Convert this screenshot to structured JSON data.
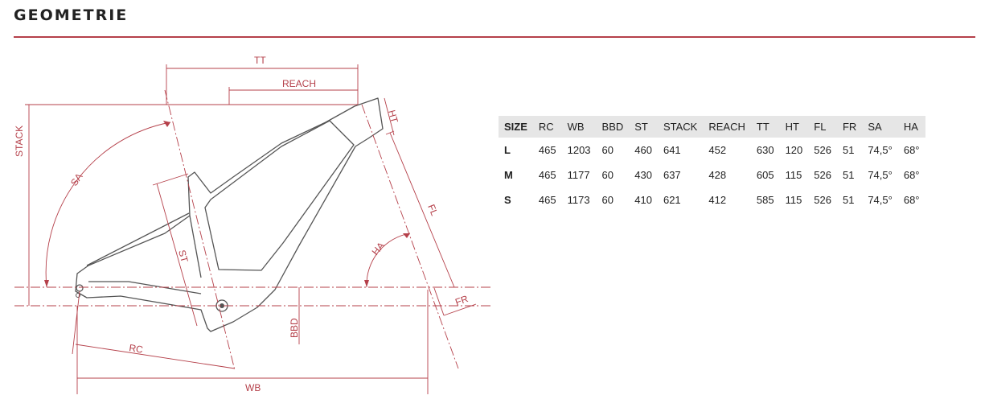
{
  "page": {
    "title": "GEOMETRIE"
  },
  "diagram": {
    "labels": {
      "tt": "TT",
      "reach": "REACH",
      "ht": "HT",
      "stack": "STACK",
      "sa": "SA",
      "st": "ST",
      "fl": "FL",
      "ha": "HA",
      "fr": "FR",
      "bbd": "BBD",
      "rc": "RC",
      "wb": "WB"
    },
    "accent_color": "#b5404a",
    "frame_color": "#555555"
  },
  "table": {
    "columns": [
      "SIZE",
      "RC",
      "WB",
      "BBD",
      "ST",
      "STACK",
      "REACH",
      "TT",
      "HT",
      "FL",
      "FR",
      "SA",
      "HA"
    ],
    "rows": [
      [
        "L",
        "465",
        "1203",
        "60",
        "460",
        "641",
        "452",
        "630",
        "120",
        "526",
        "51",
        "74,5°",
        "68°"
      ],
      [
        "M",
        "465",
        "1177",
        "60",
        "430",
        "637",
        "428",
        "605",
        "115",
        "526",
        "51",
        "74,5°",
        "68°"
      ],
      [
        "S",
        "465",
        "1173",
        "60",
        "410",
        "621",
        "412",
        "585",
        "115",
        "526",
        "51",
        "74,5°",
        "68°"
      ]
    ]
  }
}
